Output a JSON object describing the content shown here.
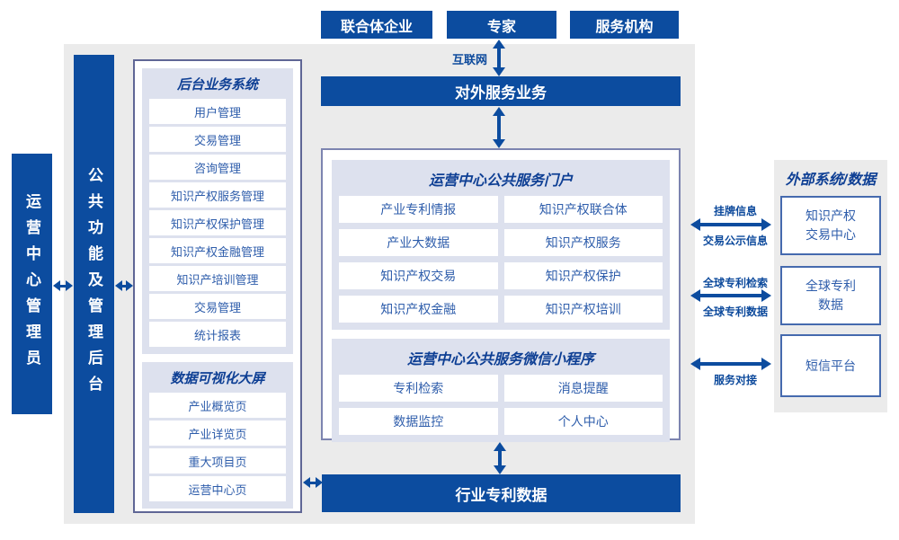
{
  "colors": {
    "primary_blue": "#0c4c9f",
    "lavender_section": "#dde1ee",
    "gray_background": "#ebebeb",
    "center_panel_border": "#7d84b0",
    "left_panel_border": "#5f6695",
    "external_box_border": "#456aae",
    "item_text_blue": "#2e5dab",
    "header_text_blue": "#0e3f94"
  },
  "top_actors": [
    "联合体企业",
    "专家",
    "服务机构"
  ],
  "labels": {
    "internet": "互联网",
    "external_service_bar": "对外服务业务",
    "industry_patent_bar": "行业专利数据",
    "operator_bar": "运营中心管理员",
    "admin_bar": "公共功能及管理后台"
  },
  "backend_panel": {
    "system": {
      "title": "后台业务系统",
      "items": [
        "用户管理",
        "交易管理",
        "咨询管理",
        "知识产权服务管理",
        "知识产权保护管理",
        "知识产权金融管理",
        "知识产培训管理",
        "交易管理",
        "统计报表"
      ]
    },
    "dashboard": {
      "title": "数据可视化大屏",
      "items": [
        "产业概览页",
        "产业详览页",
        "重大项目页",
        "运营中心页"
      ]
    }
  },
  "portal_panel": {
    "portal": {
      "title": "运营中心公共服务门户",
      "items": [
        "产业专利情报",
        "知识产权联合体",
        "产业大数据",
        "知识产权服务",
        "知识产权交易",
        "知识产权保护",
        "知识产权金融",
        "知识产权培训"
      ]
    },
    "miniapp": {
      "title": "运营中心公共服务微信小程序",
      "items": [
        "专利检索",
        "消息提醒",
        "数据监控",
        "个人中心"
      ]
    }
  },
  "external_panel": {
    "title": "外部系统/数据",
    "boxes": [
      {
        "lines": [
          "知识产权",
          "交易中心"
        ]
      },
      {
        "lines": [
          "全球专利",
          "数据"
        ]
      },
      {
        "lines": [
          "短信平台"
        ]
      }
    ]
  },
  "link_labels": {
    "listing_info": "挂牌信息",
    "trade_publicity": "交易公示信息",
    "global_patent_search": "全球专利检索",
    "global_patent_data": "全球专利数据",
    "service_connect": "服务对接"
  }
}
